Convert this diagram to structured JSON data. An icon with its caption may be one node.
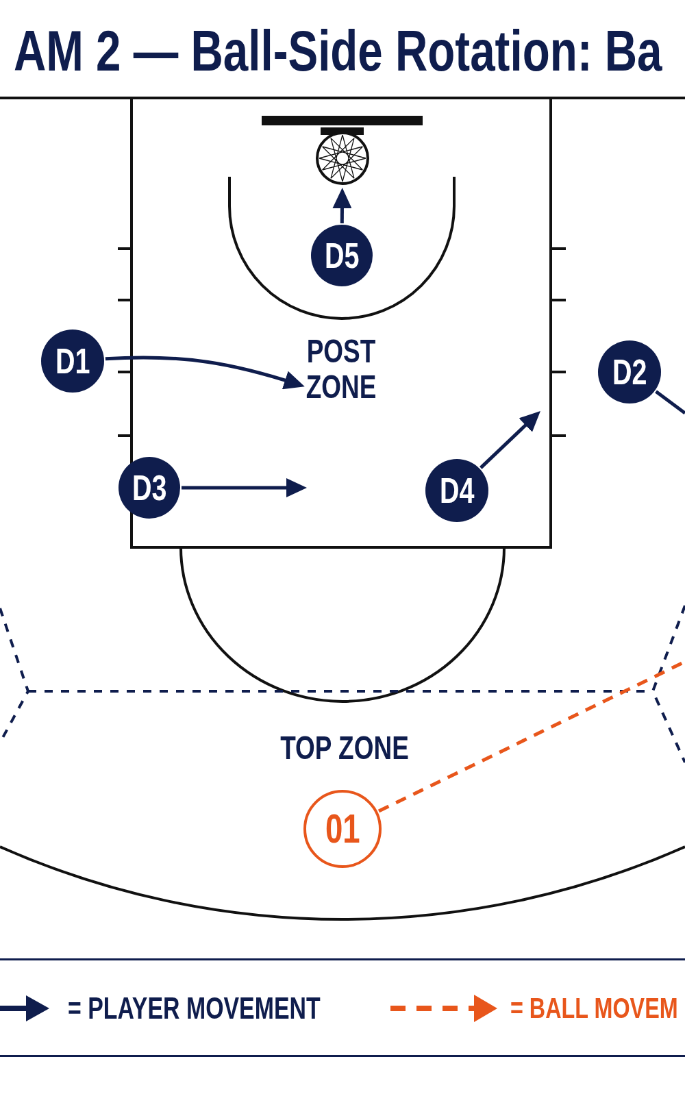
{
  "diagram": {
    "title": "AM 2 — Ball-Side Rotation: Ba",
    "nodes": [
      {
        "text": [],
        "shape": "picture"
      },
      {
        "text": [
          "D5"
        ]
      },
      {
        "text": [
          "D1"
        ]
      },
      {
        "text": [
          "POST ZONE"
        ]
      },
      {
        "text": [
          "D2"
        ]
      },
      {
        "text": [
          "D3"
        ]
      },
      {
        "text": [
          "D4"
        ]
      },
      {
        "text": [
          "01"
        ]
      }
    ],
    "edges": [
      {
        "from": 1,
        "to": 0,
        "arrow": "to"
      },
      {
        "from": 2,
        "to": 3,
        "arrow": "to"
      },
      {
        "from": 4,
        "to": null,
        "arrow": "none"
      },
      {
        "from": 5,
        "to": null,
        "arrow": "to"
      },
      {
        "from": 6,
        "to": null,
        "arrow": "to"
      },
      {
        "from": 7,
        "to": null,
        "arrow": "none",
        "style": "dashed",
        "color": "#e8561b"
      }
    ],
    "labels": [
      "TOP ZONE"
    ],
    "legend": [
      {
        "text": "= PLAYER MOVEMENT"
      },
      {
        "text": "= BALL MOVEM"
      }
    ]
  }
}
